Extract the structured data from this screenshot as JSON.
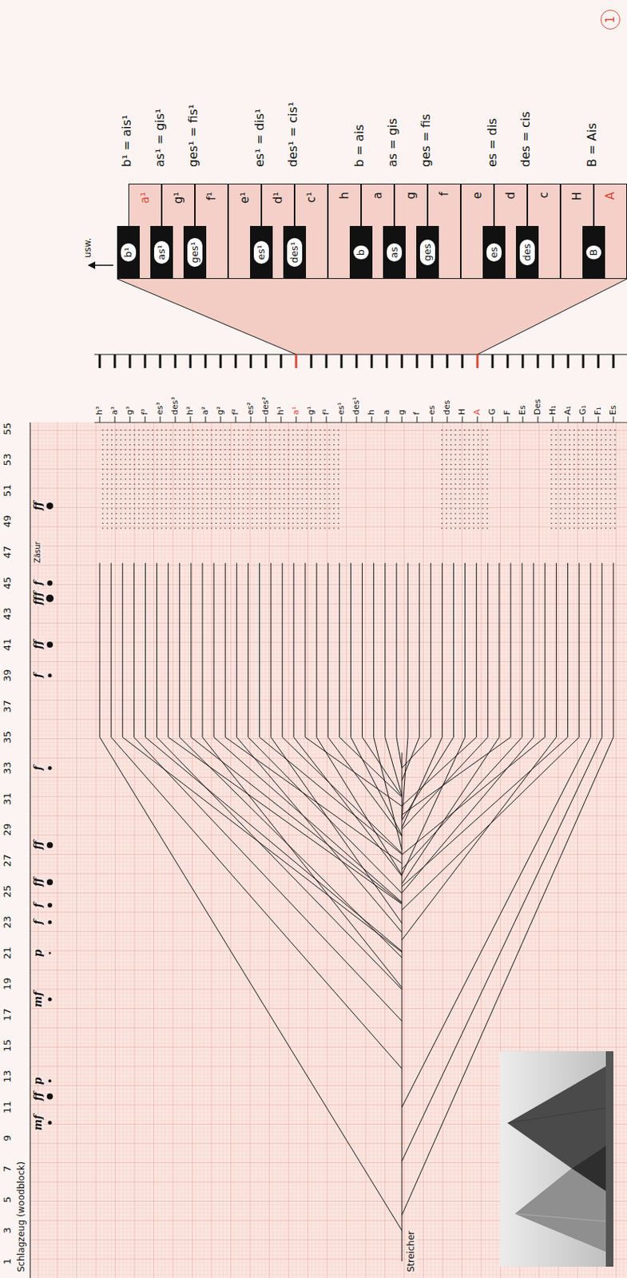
{
  "diagram": {
    "nodes": [
      {
        "text": [
          "b¹"
        ]
      },
      {
        "text": [
          "a¹"
        ]
      },
      {
        "text": [
          "as¹"
        ]
      },
      {
        "text": [
          "g¹"
        ]
      },
      {
        "text": [
          "ges¹"
        ]
      },
      {
        "text": [
          "f¹"
        ]
      },
      {
        "text": [
          "e¹"
        ]
      },
      {
        "text": [
          "es¹"
        ]
      },
      {
        "text": [
          "d¹"
        ]
      },
      {
        "text": [
          "des¹"
        ]
      },
      {
        "text": [
          "c¹"
        ]
      },
      {
        "text": [
          "h"
        ]
      },
      {
        "text": [
          "b"
        ]
      },
      {
        "text": [
          "a"
        ]
      },
      {
        "text": [
          "as"
        ]
      },
      {
        "text": [
          "g"
        ]
      },
      {
        "text": [
          "ges"
        ]
      },
      {
        "text": [
          "f"
        ]
      },
      {
        "text": [
          "e"
        ]
      },
      {
        "text": [
          "es"
        ]
      },
      {
        "text": [
          "d"
        ]
      },
      {
        "text": [
          "des"
        ]
      },
      {
        "text": [
          "c"
        ]
      },
      {
        "text": [
          "H"
        ]
      },
      {
        "text": [
          "B"
        ]
      },
      {
        "text": [
          "A"
        ]
      },
      {
        "text": [
          "1"
        ]
      }
    ],
    "labels": [
      "1",
      "3",
      "5",
      "7",
      "9",
      "11",
      "13",
      "15",
      "17",
      "19",
      "21",
      "23",
      "25",
      "27",
      "29",
      "31",
      "33",
      "35",
      "37",
      "39",
      "41",
      "43",
      "45",
      "47",
      "49",
      "51",
      "53",
      "55",
      "Schlagzeug (woodblock)",
      "mf",
      "ff",
      "p",
      "mf",
      "p",
      "f",
      "f",
      "ff",
      "ff",
      "f",
      "f",
      "ff",
      "fff",
      "f",
      "ff",
      "Zäsur",
      "Streicher",
      "h³",
      "a³",
      "g³",
      "f³",
      "es³",
      "des³",
      "h²",
      "a²",
      "g²",
      "f²",
      "es²",
      "des²",
      "h¹",
      "a¹",
      "g¹",
      "f¹",
      "es¹",
      "des¹",
      "h",
      "a",
      "g",
      "f",
      "es",
      "des",
      "H",
      "A",
      "G",
      "F",
      "Es",
      "Des",
      "H₁",
      "A₁",
      "G₁",
      "F₁",
      "Es",
      "usw.",
      "b¹ = ais¹",
      "as¹ = gis¹",
      "ges¹ = fis¹",
      "es¹ = dis¹",
      "des¹ = cis¹",
      "b = ais",
      "as = gis",
      "ges = fis",
      "es = dis",
      "des = cis",
      "B = Ais"
    ]
  }
}
